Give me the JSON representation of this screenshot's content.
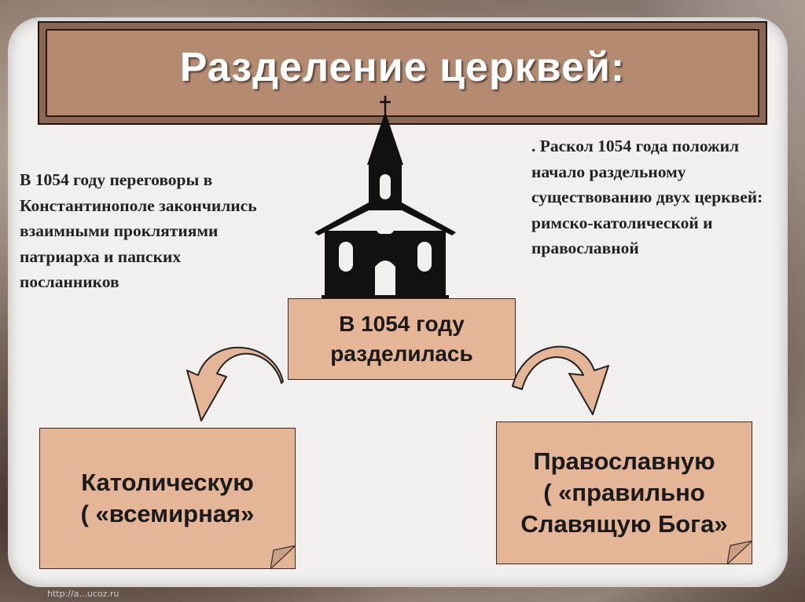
{
  "title": "Разделение церквей:",
  "left_text": "В 1054 году переговоры в Константинополе закончились взаимными проклятиями патриарха и папских посланников",
  "right_text": ". Раскол 1054 года положил начало раздельному существованию двух церквей: римско-католической и православной",
  "center_box": {
    "line1": "В 1054 году",
    "line2": "разделилась"
  },
  "left_box": {
    "line1": "Католическую",
    "line2": "( «всемирная»"
  },
  "right_box": {
    "line1": "Православную",
    "line2": "( «правильно",
    "line3": "Славящую Бога»"
  },
  "footer": "http://a...ucoz.ru",
  "colors": {
    "title_bar": "#b48a70",
    "box_fill": "#e4b697",
    "panel": "#f1f0ee",
    "church": "#111111"
  },
  "icons": [
    "church-icon",
    "curved-arrow-left-icon",
    "curved-arrow-right-icon"
  ]
}
